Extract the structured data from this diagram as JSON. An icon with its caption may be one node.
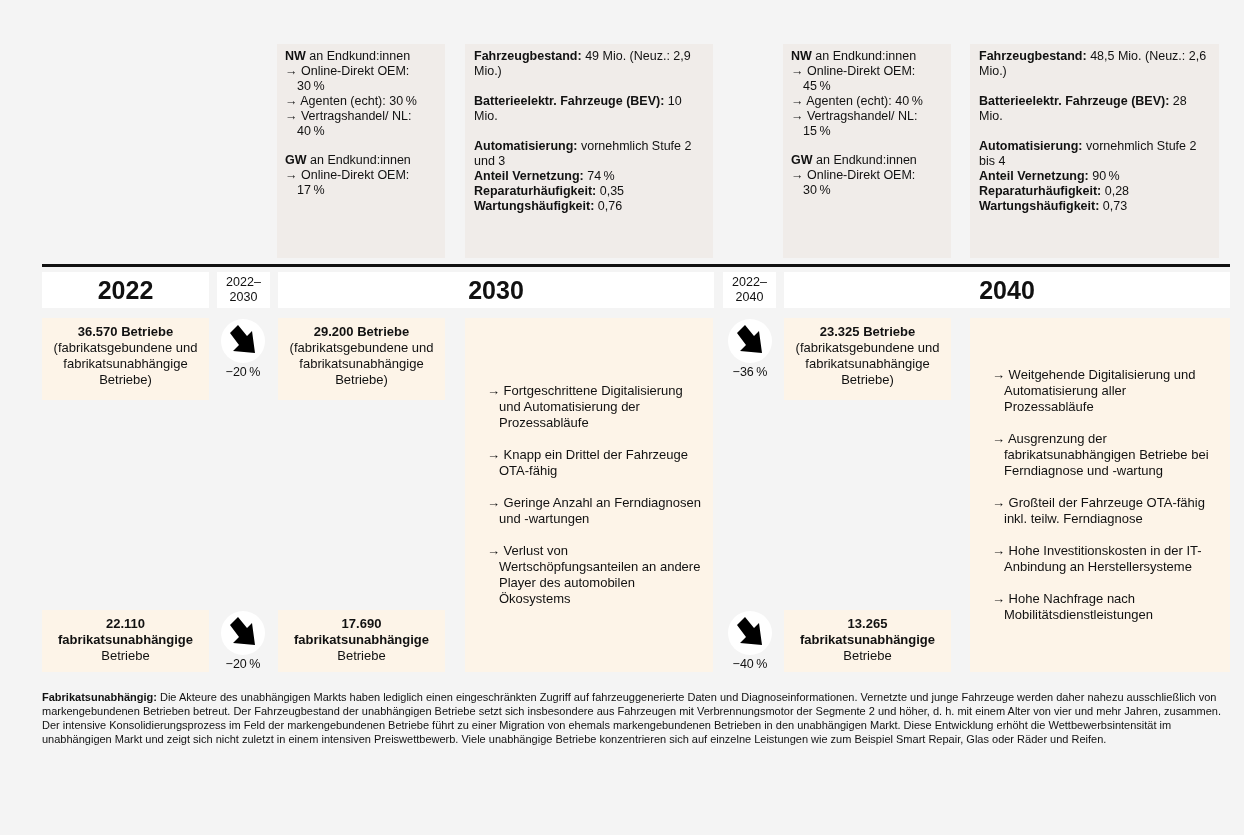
{
  "diagram": {
    "nodes": [
      {
        "text": [
          "**NW** an Endkund:innen",
          "→ Online-Direkt OEM: 30 %",
          "→ Agenten (echt): 30 %",
          "→ Vertragshandel/ NL: 40 %",
          "**GW** an Endkund:innen",
          "→ Online-Direkt OEM: 17 %"
        ]
      },
      {
        "text": [
          "**Fahrzeugbestand:** 49 Mio. (Neuz.: 2,9 Mio.)",
          "**Batterieelektr. Fahrzeuge (BEV):** 10 Mio.",
          "**Automatisierung:** vornehmlich Stufe 2 und 3",
          "**Anteil Vernetzung:** 74 %",
          "**Reparaturhäufigkeit:** 0,35",
          "**Wartungshäufigkeit:** 0,76"
        ]
      },
      {
        "text": [
          "**NW** an Endkund:innen",
          "→ Online-Direkt OEM: 45 %",
          "→ Agenten (echt): 40 %",
          "→ Vertragshandel/ NL: 15 %",
          "**GW** an Endkund:innen",
          "→ Online-Direkt OEM: 30 %"
        ]
      },
      {
        "text": [
          "**Fahrzeugbestand:** 48,5 Mio. (Neuz.: 2,6 Mio.)",
          "**Batterieelektr. Fahrzeuge (BEV):** 28 Mio.",
          "**Automatisierung:** vornehmlich Stufe 2 bis 4",
          "**Anteil Vernetzung:** 90 %",
          "**Reparaturhäufigkeit:** 0,28",
          "**Wartungshäufigkeit:** 0,73"
        ]
      },
      {
        "text": [
          "2022"
        ]
      },
      {
        "text": [
          "2022– 2030"
        ]
      },
      {
        "text": [
          "2030"
        ]
      },
      {
        "text": [
          "2022– 2040"
        ]
      },
      {
        "text": [
          "2040"
        ]
      },
      {
        "text": [
          "36.570 Betriebe",
          "(fabrikatsgebundene und fabrikatsunabhängige Betriebe)"
        ]
      },
      {
        "text": [
          "29.200 Betriebe",
          "(fabrikatsgebundene und fabrikatsunabhängige Betriebe)"
        ]
      },
      {
        "text": [
          "→ Fortgeschrittene Digitalisierung und Automatisierung der Prozessabläufe",
          "→ Knapp ein Drittel der Fahrzeuge OTA-fähig",
          "→ Geringe Anzahl an Ferndiagnosen und -wartungen",
          "→ Verlust von Wertschöpfungsanteilen an andere Player des automobilen Ökosystems"
        ]
      },
      {
        "text": [
          "23.325 Betriebe",
          "(fabrikatsgebundene und fabrikatsunabhängige Betriebe)"
        ]
      },
      {
        "text": [
          "→ Weitgehende Digitalisierung und Automatisierung aller Prozessabläufe",
          "→ Ausgrenzung der fabrikatsunabhängigen Betriebe bei Ferndiagnose und -wartung",
          "→ Großteil der Fahrzeuge OTA-fähig inkl. teilw. Ferndiagnose",
          "→ Hohe Investitionskosten in der IT-Anbindung an Herstellersysteme",
          "→ Hohe Nachfrage nach Mobilitätsdienstleistungen"
        ]
      },
      {
        "text": [
          "22.110 fabrikatsunabhängige",
          "Betriebe"
        ]
      },
      {
        "text": [
          "17.690 fabrikatsunabhängige",
          "Betriebe"
        ]
      },
      {
        "text": [
          "13.265 fabrikatsunabhängige",
          "Betriebe"
        ]
      }
    ],
    "labels": [
      "−20 %",
      "−36 %",
      "−20 %",
      "−40 %",
      "**Fabrikatsunabhängig:** Die Akteure des unabhängigen Markts haben lediglich einen eingeschränkten Zugriff auf fahrzeuggenerierte Daten und Diagnoseinformationen. Vernetzte und junge Fahrzeuge werden daher nahezu ausschließlich von markengebundenen Betrieben betreut. Der Fahrzeugbestand der unabhängigen Betriebe setzt sich insbesondere aus Fahrzeugen mit Verbrennungsmotor der Segmente 2 und höher, d. h. mit einem Alter von vier und mehr Jahren, zusammen. Der intensive Konsolidierungsprozess im Feld der markengebundenen Betriebe führt zu einer Migration von ehemals markengebundenen Betrieben in den unabhängigen Markt. Diese Entwicklung erhöht die Wettbewerbsintensität im unabhängigen Markt und zeigt sich nicht zuletzt in einem intensiven Preiswettbewerb. Viele unabhängige Betriebe konzentrieren sich auf einzelne Leistungen wie zum Beispiel Smart Repair, Glas oder Räder und Reifen."
    ]
  }
}
